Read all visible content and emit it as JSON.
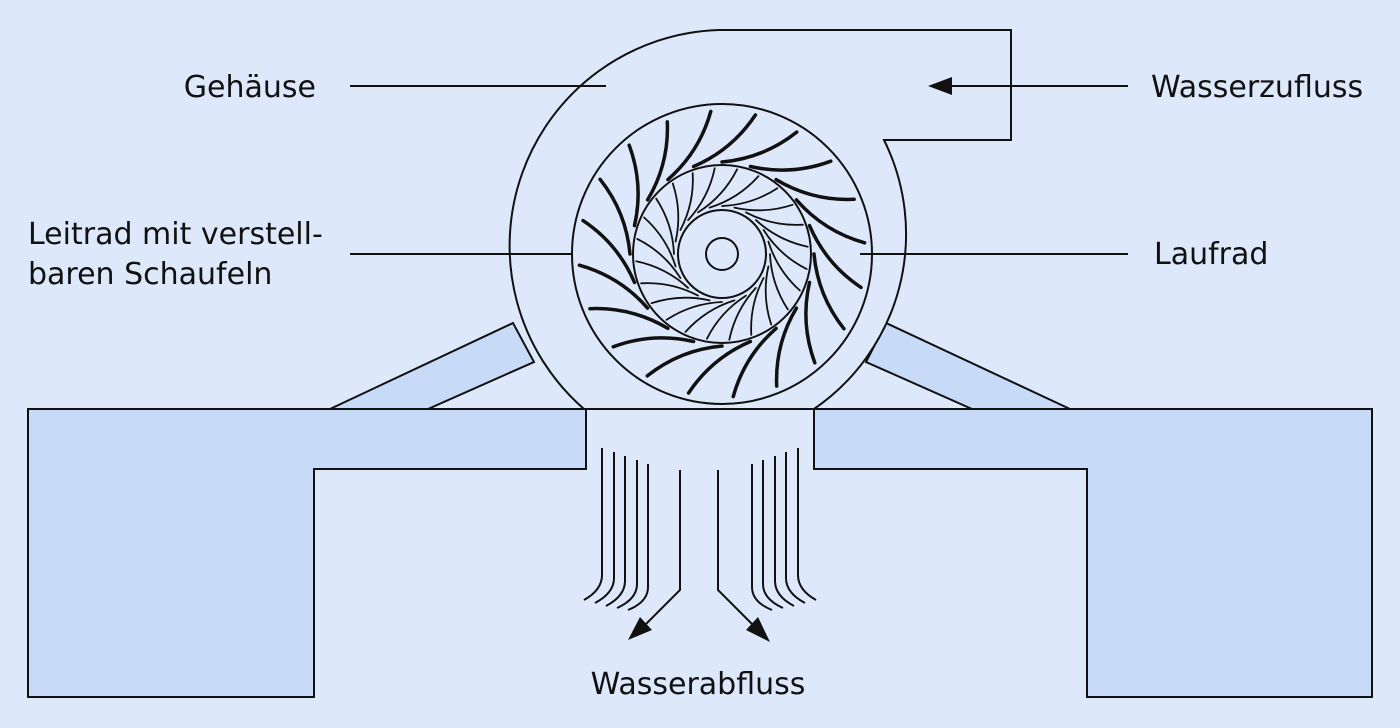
{
  "labels": {
    "housing": "Gehäuse",
    "water_inflow": "Wasserzufluss",
    "guide_wheel_line1": "Leitrad mit verstell-",
    "guide_wheel_line2": "baren Schaufeln",
    "runner": "Laufrad",
    "water_outflow": "Wasserabfluss"
  },
  "colors": {
    "background": "#dde9fb",
    "walls": "#c7daf8",
    "line": "#111111"
  }
}
